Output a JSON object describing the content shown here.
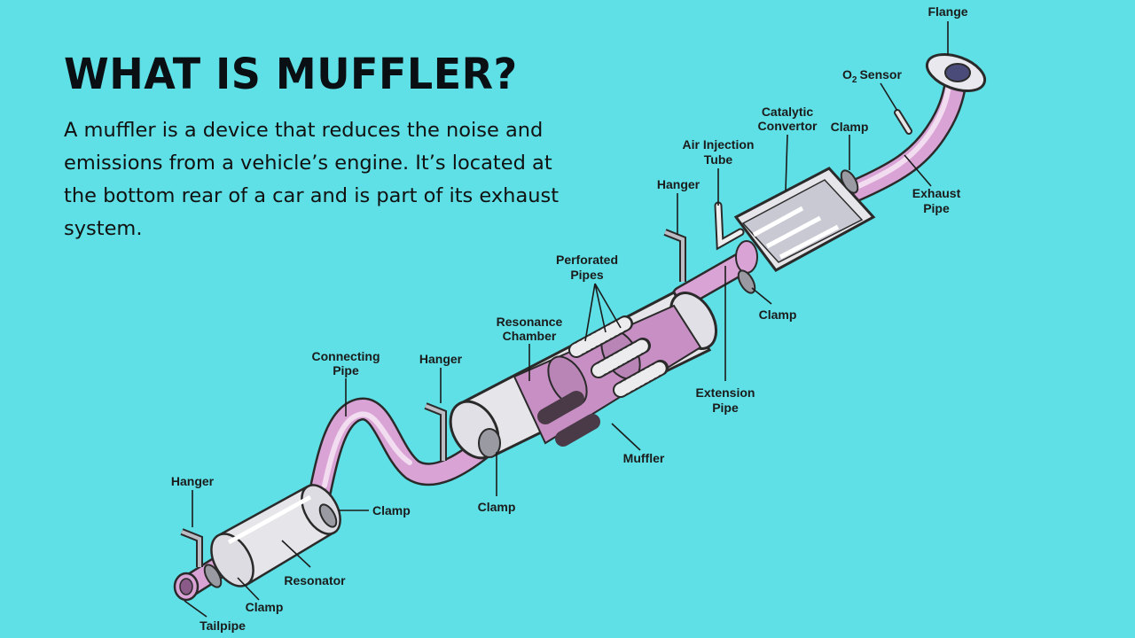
{
  "header": {
    "title": "What is muffler?",
    "description": "A muffler is a device that reduces the noise and emissions from a vehicle’s engine. It’s located at the bottom rear of a car and is part of its exhaust system."
  },
  "labels": {
    "flange": "Flange",
    "o2_sensor_o": "O",
    "o2_sensor_sub": "2",
    "o2_sensor_rest": "Sensor",
    "catalytic_line1": "Catalytic",
    "catalytic_line2": "Convertor",
    "clamp_top": "Clamp",
    "air_injection_line1": "Air Injection",
    "air_injection_line2": "Tube",
    "hanger_top": "Hanger",
    "exhaust_line1": "Exhaust",
    "exhaust_line2": "Pipe",
    "perforated_line1": "Perforated",
    "perforated_line2": "Pipes",
    "clamp_mid_right": "Clamp",
    "resonance_line1": "Resonance",
    "resonance_line2": "Chamber",
    "connecting_line1": "Connecting",
    "connecting_line2": "Pipe",
    "hanger_mid": "Hanger",
    "extension_line1": "Extension",
    "extension_line2": "Pipe",
    "muffler": "Muffler",
    "hanger_left": "Hanger",
    "clamp_left": "Clamp",
    "clamp_center": "Clamp",
    "resonator": "Resonator",
    "clamp_bottom": "Clamp",
    "tailpipe": "Tailpipe"
  },
  "colors": {
    "background": "#5ee0e6",
    "pipe": "#d9a3d6",
    "shell": "#e8e8ec"
  }
}
